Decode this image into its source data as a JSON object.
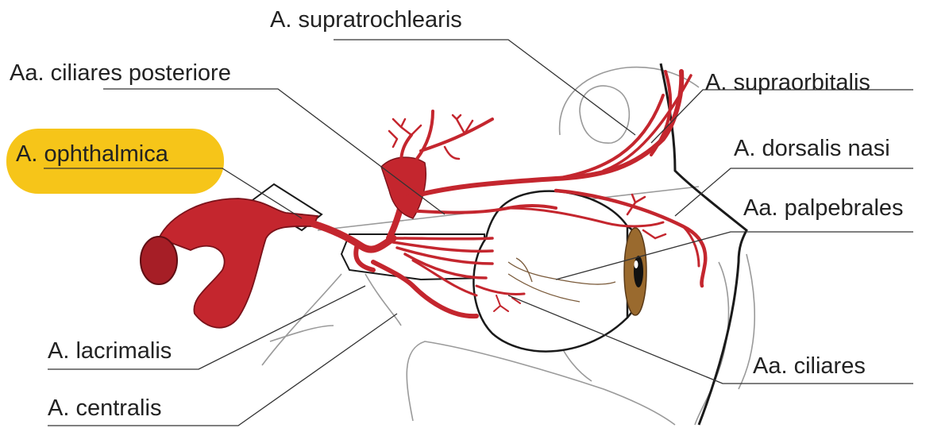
{
  "diagram": {
    "labels": {
      "supratrochlearis": "A. supratrochlearis",
      "ciliares_posteriore": "Aa. ciliares posteriore",
      "supraorbitalis": "A. supraorbitalis",
      "ophthalmica": "A. ophthalmica",
      "dorsalis_nasi": "A. dorsalis nasi",
      "palpebrales": "Aa. palpebrales",
      "lacrimalis": "A. lacrimalis",
      "ciliares": "Aa. ciliares",
      "centralis": "A. centralis"
    },
    "colors": {
      "artery": "#c4262e",
      "artery_dark": "#8f1820",
      "highlight": "#f6c519",
      "outline": "#222222",
      "iris": "#9a6a2e",
      "nerve": "#7a5a3a"
    }
  }
}
